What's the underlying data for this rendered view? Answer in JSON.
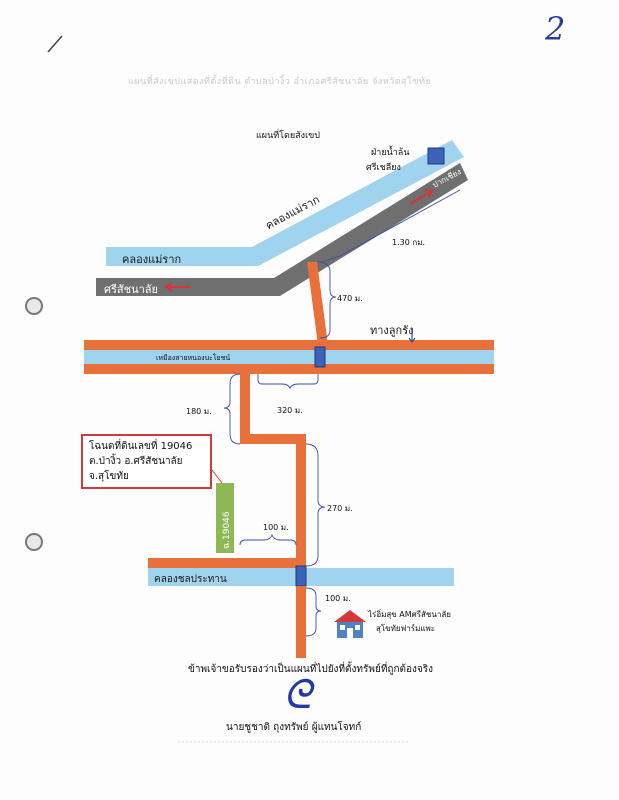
{
  "page_number_handwritten": "2",
  "header_faded": "แผนที่สังเขปแสดงที่ตั้งที่ดิน ตำบลป่างิ้ว อำเภอศรีสัชนาลัย จังหวัดสุโขทัย",
  "map_title": "แผนที่โดยสังเขป",
  "labels": {
    "canal_top": "คลองแม่ราก",
    "canal_diagonal": "คลองแม่ราก",
    "road_left": "ศรีสัชนาลัย",
    "road_right": "ปากเชียง",
    "station_top": "ฝ่ายน้ำล้น",
    "station_sub": "ศรีเชลียง",
    "railway_label": "ทางลูกรัง",
    "canal_middle": "เหมืองสายหนองบะโยชน์",
    "canal_bottom": "คลองชลประทาน",
    "plot": "ฉ.19046",
    "farm_name": "ไร่อิ่มสุข AMศรีสัชนาลัย",
    "farm_sub": "สุโขทัยฟาร์มแพะ"
  },
  "distances": {
    "d1": "1.30 กม.",
    "d2": "470 ม.",
    "d3": "180 ม.",
    "d4": "320 ม.",
    "d5": "270 ม.",
    "d6": "100 ม.",
    "d7": "100 ม."
  },
  "deed": {
    "line1": "โฉนดที่ดินเลขที่ 19046",
    "line2": "ต.ป่างิ้ว อ.ศรีสัชนาลัย",
    "line3": "จ.สุโขทัย"
  },
  "certification": "ข้าพเจ้าขอรับรองว่าเป็นแผนที่ไปยังที่ตั้งทรัพย์ที่ถูกต้องจริง",
  "signer": "นายชูชาติ ถุงทรัพย์  ผู้แทนโจทก์",
  "colors": {
    "canal": "#9fd3ee",
    "road_gray": "#6f6f6f",
    "orange_road": "#e8703a",
    "plot_green": "#8db855",
    "station_blue": "#3b63b7",
    "arrow_red": "#d8343a"
  }
}
